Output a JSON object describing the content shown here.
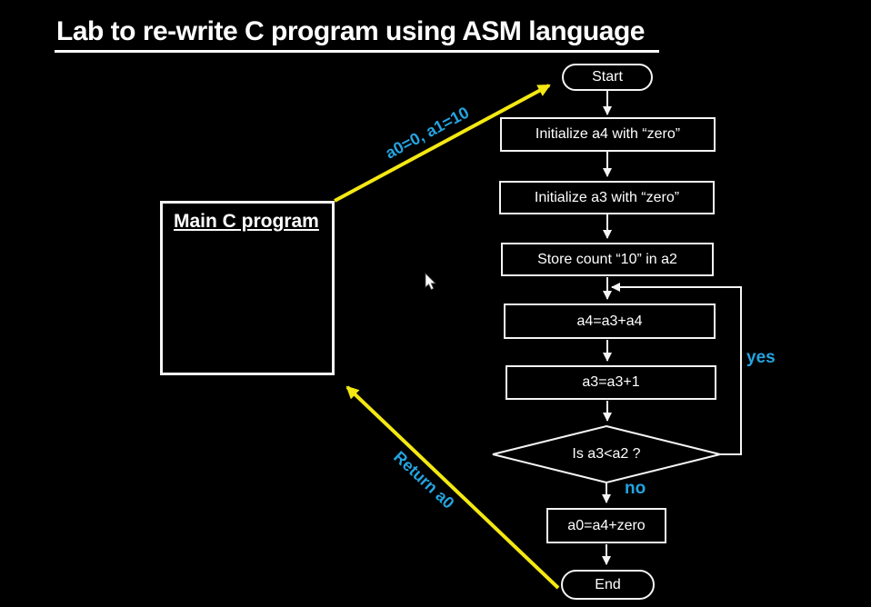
{
  "title": "Lab to re-write C program using ASM language",
  "colors": {
    "background": "#000000",
    "line_white": "#f5f5f5",
    "arrow_yellow": "#f4e813",
    "label_blue": "#24a4e0"
  },
  "main_program": {
    "label": "Main C program"
  },
  "flowchart": {
    "start": {
      "label": "Start"
    },
    "steps": [
      {
        "label": "Initialize a4 with “zero”"
      },
      {
        "label": "Initialize a3 with “zero”"
      },
      {
        "label": "Store count “10” in a2"
      },
      {
        "label": "a4=a3+a4"
      },
      {
        "label": "a3=a3+1"
      }
    ],
    "decision": {
      "label": "Is a3<a2 ?",
      "yes_label": "yes",
      "no_label": "no"
    },
    "result": {
      "label": "a0=a4+zero"
    },
    "end": {
      "label": "End"
    }
  },
  "call_annotations": {
    "args": "a0=0, a1=10",
    "return": "Return a0"
  }
}
